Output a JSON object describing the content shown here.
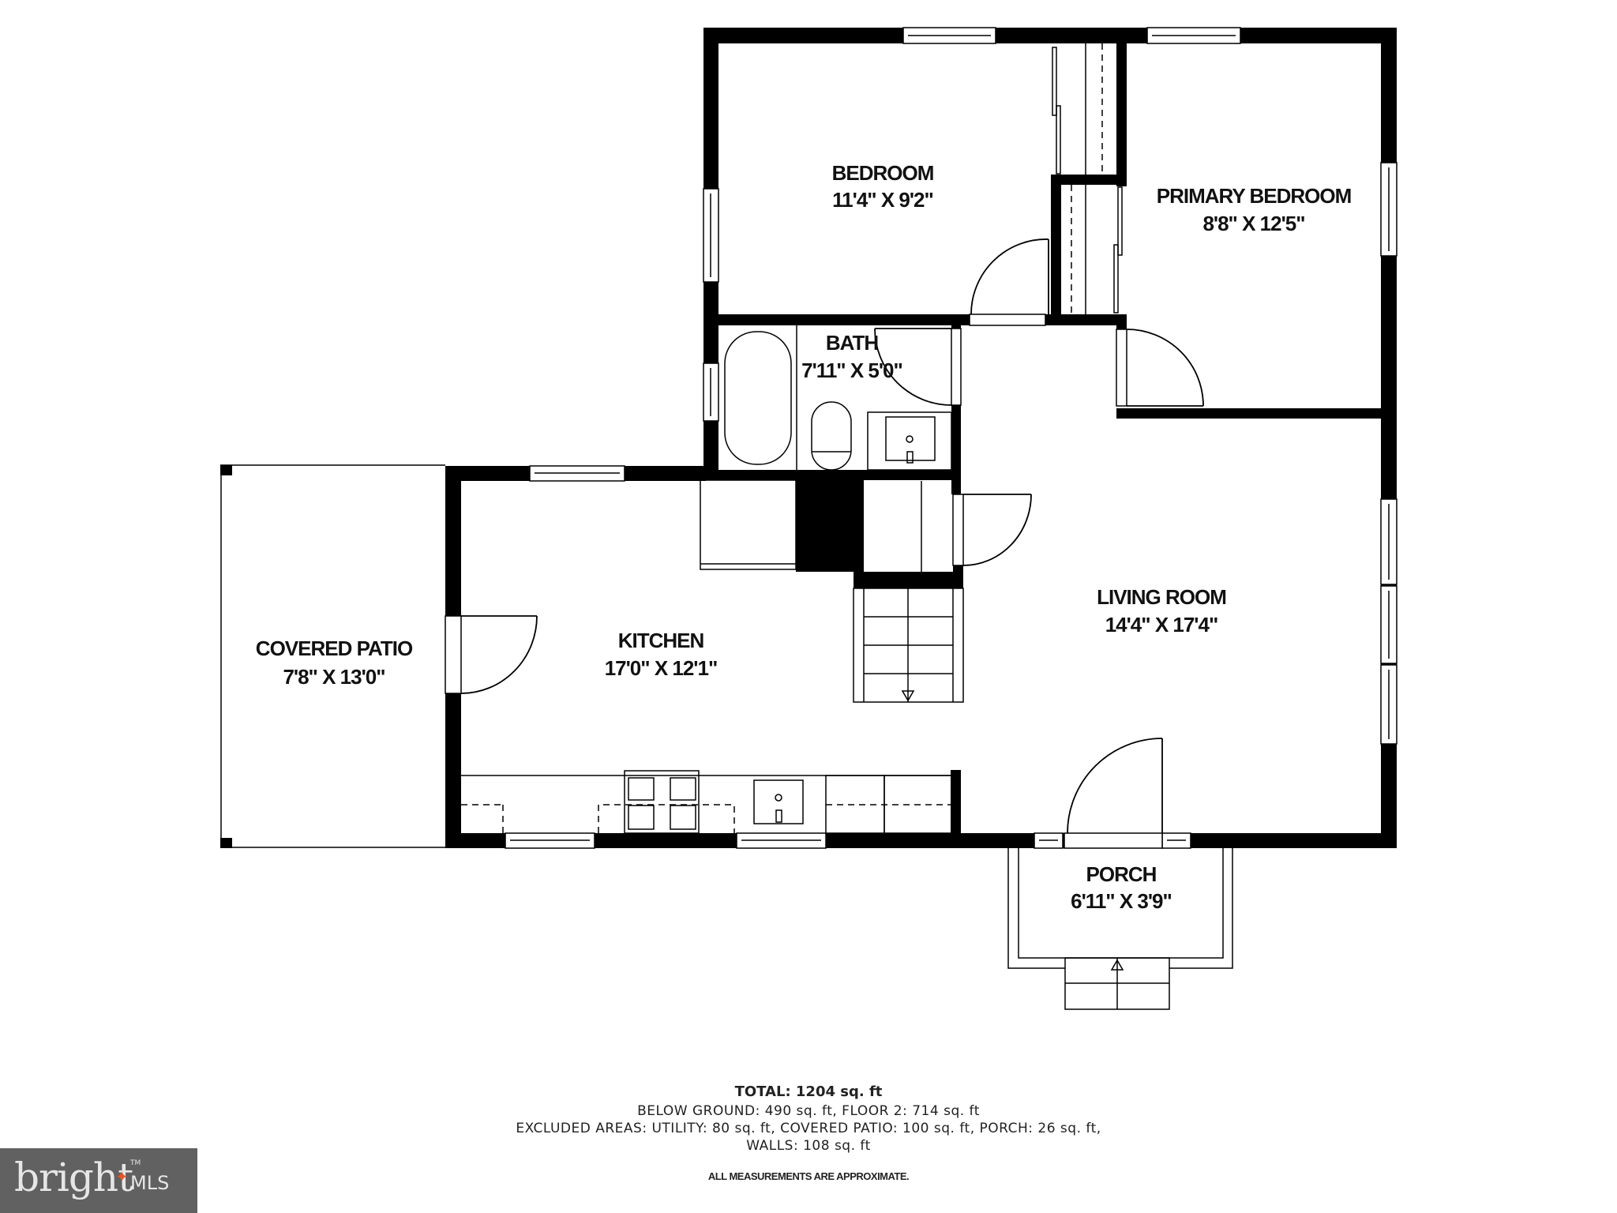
{
  "rooms": {
    "bedroom": {
      "name": "BEDROOM",
      "dims": "11'4\" X 9'2\""
    },
    "primary_bedroom": {
      "name": "PRIMARY BEDROOM",
      "dims": "8'8\" X 12'5\""
    },
    "bath": {
      "name": "BATH",
      "dims": "7'11\" X 5'0\""
    },
    "kitchen": {
      "name": "KITCHEN",
      "dims": "17'0\" X 12'1\""
    },
    "covered_patio": {
      "name": "COVERED PATIO",
      "dims": "7'8\" X 13'0\""
    },
    "living_room": {
      "name": "LIVING ROOM",
      "dims": "14'4\" X 17'4\""
    },
    "porch": {
      "name": "PORCH",
      "dims": "6'11\" X 3'9\""
    }
  },
  "summary": {
    "total": "TOTAL: 1204 sq. ft",
    "below": "BELOW GROUND: 490 sq. ft, FLOOR 2: 714 sq. ft",
    "excluded": "EXCLUDED AREAS: UTILITY: 80 sq. ft, COVERED PATIO: 100 sq. ft, PORCH: 26 sq. ft,",
    "walls": "WALLS: 108 sq. ft",
    "disclaimer": "ALL MEASUREMENTS ARE APPROXIMATE."
  },
  "logo": {
    "word": "bright",
    "mls": "MLS",
    "tm": "TM",
    "accent_color": "#e2572b",
    "background": "#616161"
  },
  "colors": {
    "wall": "#000000",
    "background": "#ffffff"
  }
}
